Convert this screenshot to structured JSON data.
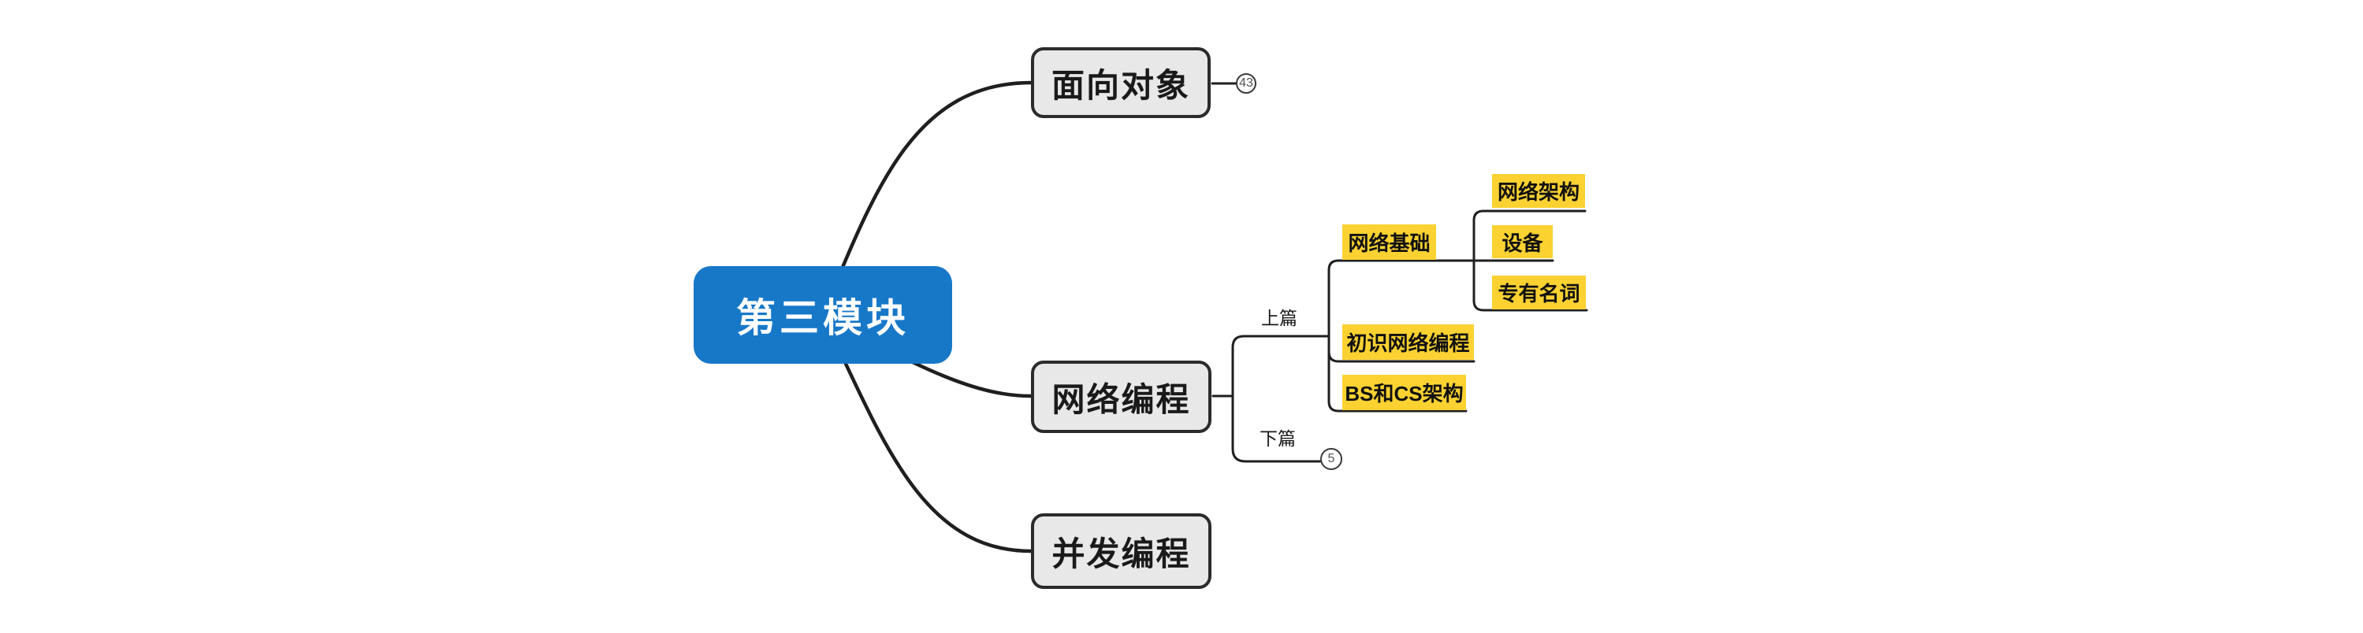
{
  "app": "mind-map",
  "colors": {
    "background": "#FFFFFF",
    "root_fill": "#1878C8",
    "root_text": "#FFFFFF",
    "branch_fill": "#E8E8E8",
    "branch_border": "#2B2B2B",
    "leaf_fill": "#FBD232",
    "leaf_text": "#111111",
    "line": "#1F1F1F",
    "badge_fill": "#FFFFFF",
    "badge_text": "#555555"
  },
  "root": {
    "label": "第三模块"
  },
  "branches": {
    "oop": {
      "label": "面向对象",
      "badge_count": "43"
    },
    "network": {
      "label": "网络编程",
      "parts": {
        "part1": {
          "label": "上篇",
          "topics": {
            "basics": {
              "label": "网络基础",
              "subtopics": {
                "arch": {
                  "label": "网络架构"
                },
                "device": {
                  "label": "设备"
                },
                "terms": {
                  "label": "专有名词"
                }
              }
            },
            "intro": {
              "label": "初识网络编程"
            },
            "bscs": {
              "label": "BS和CS架构"
            }
          }
        },
        "part2": {
          "label": "下篇",
          "badge_count": "5"
        }
      }
    },
    "concurrency": {
      "label": "并发编程"
    }
  }
}
